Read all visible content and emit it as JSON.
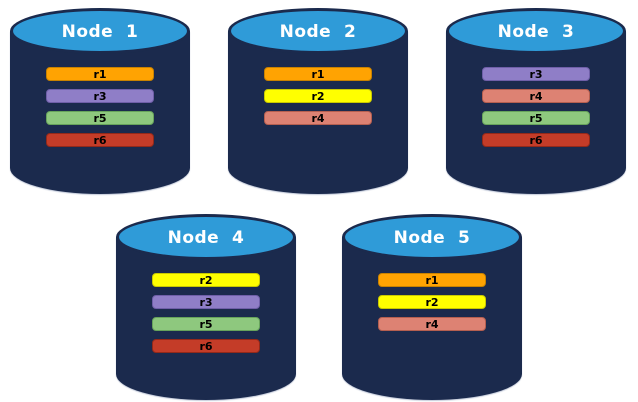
{
  "diagram": {
    "description": "database-nodes-replica-placement",
    "colors": {
      "canvas_background": "#FFFFFF",
      "cylinder_body": "#1B2A4D",
      "cylinder_top_ellipse": "#2F9BD8",
      "cylinder_outline": "#1B2A4D",
      "node_label_text": "#FFFFFF",
      "replica_label_text": "#000000"
    },
    "replica_colors": {
      "r1": {
        "fill": "#FFA302",
        "border": "#C98200"
      },
      "r2": {
        "fill": "#FFFF00",
        "border": "#C9C900"
      },
      "r3": {
        "fill": "#8F7EC7",
        "border": "#6F5FA8"
      },
      "r4": {
        "fill": "#DD8273",
        "border": "#B55F50"
      },
      "r5": {
        "fill": "#8EC87E",
        "border": "#67A35B"
      },
      "r6": {
        "fill": "#C43C28",
        "border": "#93291A"
      }
    },
    "nodes": [
      {
        "label": "Node  1",
        "row": 0,
        "replicas": [
          "r1",
          "r3",
          "r5",
          "r6"
        ]
      },
      {
        "label": "Node  2",
        "row": 0,
        "replicas": [
          "r1",
          "r2",
          "r4"
        ]
      },
      {
        "label": "Node  3",
        "row": 0,
        "replicas": [
          "r3",
          "r4",
          "r5",
          "r6"
        ]
      },
      {
        "label": "Node  4",
        "row": 1,
        "replicas": [
          "r2",
          "r3",
          "r5",
          "r6"
        ]
      },
      {
        "label": "Node  5",
        "row": 1,
        "replicas": [
          "r1",
          "r2",
          "r4"
        ]
      }
    ]
  }
}
